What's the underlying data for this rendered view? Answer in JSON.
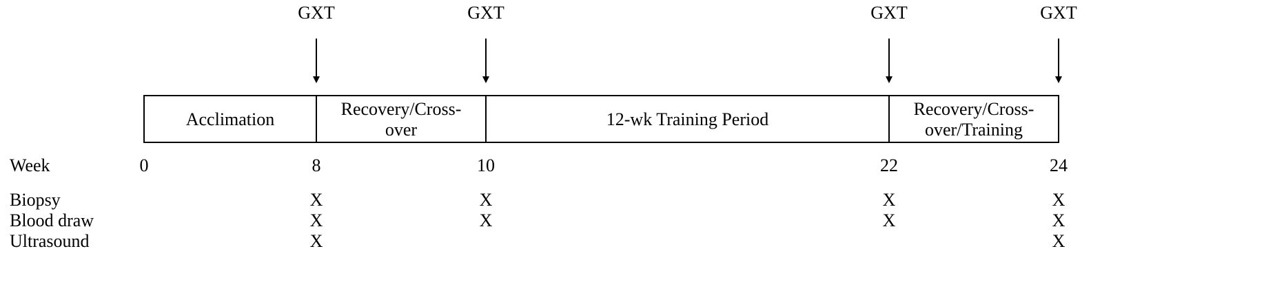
{
  "gxt": {
    "label": "GXT",
    "weeks": [
      8,
      10,
      22,
      24
    ]
  },
  "timeline": {
    "week_row_label": "Week",
    "weeks": [
      0,
      8,
      10,
      22,
      24
    ],
    "phases": [
      {
        "start": 0,
        "end": 8,
        "lines": [
          "Acclimation"
        ]
      },
      {
        "start": 8,
        "end": 10,
        "lines": [
          "Recovery/Cross-",
          "over"
        ]
      },
      {
        "start": 10,
        "end": 22,
        "lines": [
          "12-wk Training Period"
        ]
      },
      {
        "start": 22,
        "end": 24,
        "lines": [
          "Recovery/Cross-",
          "over/Training"
        ]
      }
    ]
  },
  "measurements": {
    "mark": "X",
    "rows": [
      {
        "label": "Biopsy",
        "weeks": [
          8,
          10,
          22,
          24
        ]
      },
      {
        "label": "Blood draw",
        "weeks": [
          8,
          10,
          22,
          24
        ]
      },
      {
        "label": "Ultrasound",
        "weeks": [
          8,
          24
        ]
      }
    ]
  }
}
